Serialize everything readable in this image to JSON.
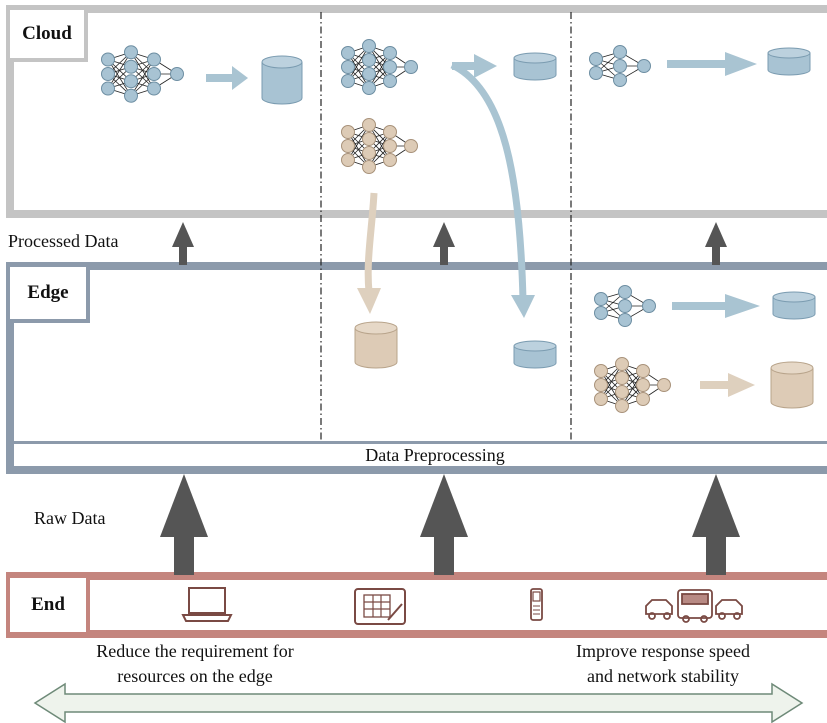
{
  "layers": {
    "cloud": "Cloud",
    "edge": "Edge",
    "end": "End"
  },
  "labels": {
    "processed_data": "Processed Data",
    "data_preprocessing": "Data Preprocessing",
    "raw_data": "Raw Data"
  },
  "footer": {
    "left_line1": "Reduce the requirement for",
    "left_line2": "resources on the edge",
    "right_line1": "Improve response speed",
    "right_line2": "and network stability"
  },
  "colors": {
    "cloud_border": "#c4c4c4",
    "edge_border": "#8c9aab",
    "end_border": "#c4857e",
    "blue_node": "#a8c3d3",
    "tan_node": "#ddcbb6",
    "dark_arrow": "#555555",
    "blue_arrow": "#a9c4d2",
    "tan_arrow": "#ded0be"
  },
  "icons": {
    "neural_network": "neural-network-icon",
    "database": "database-icon",
    "laptop": "laptop-icon",
    "tablet": "tablet-icon",
    "phone": "phone-icon",
    "vehicles": "vehicles-icon"
  }
}
